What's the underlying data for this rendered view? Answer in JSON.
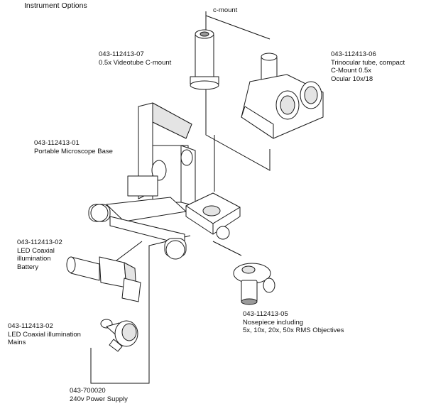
{
  "title": "Instrument Options",
  "labels": {
    "cmount": [
      "c-mount"
    ],
    "videotube": [
      "043-112413-07",
      "0.5x Videotube C-mount"
    ],
    "trinocular": [
      "043-112413-06",
      "Trinocular tube, compact",
      "C-Mount 0.5x",
      "Ocular 10x/18"
    ],
    "base": [
      "043-112413-01",
      "Portable Microscope Base"
    ],
    "led_battery": [
      "043-112413-02",
      "LED Coaxial",
      "illumination",
      "Battery"
    ],
    "nosepiece": [
      "043-112413-05",
      "Nosepiece including",
      "5x, 10x, 20x, 50x RMS Objectives"
    ],
    "led_mains": [
      "043-112413-02",
      "LED Coaxial illumination",
      "Mains"
    ],
    "power": [
      "043-700020",
      "240v Power Supply"
    ]
  }
}
